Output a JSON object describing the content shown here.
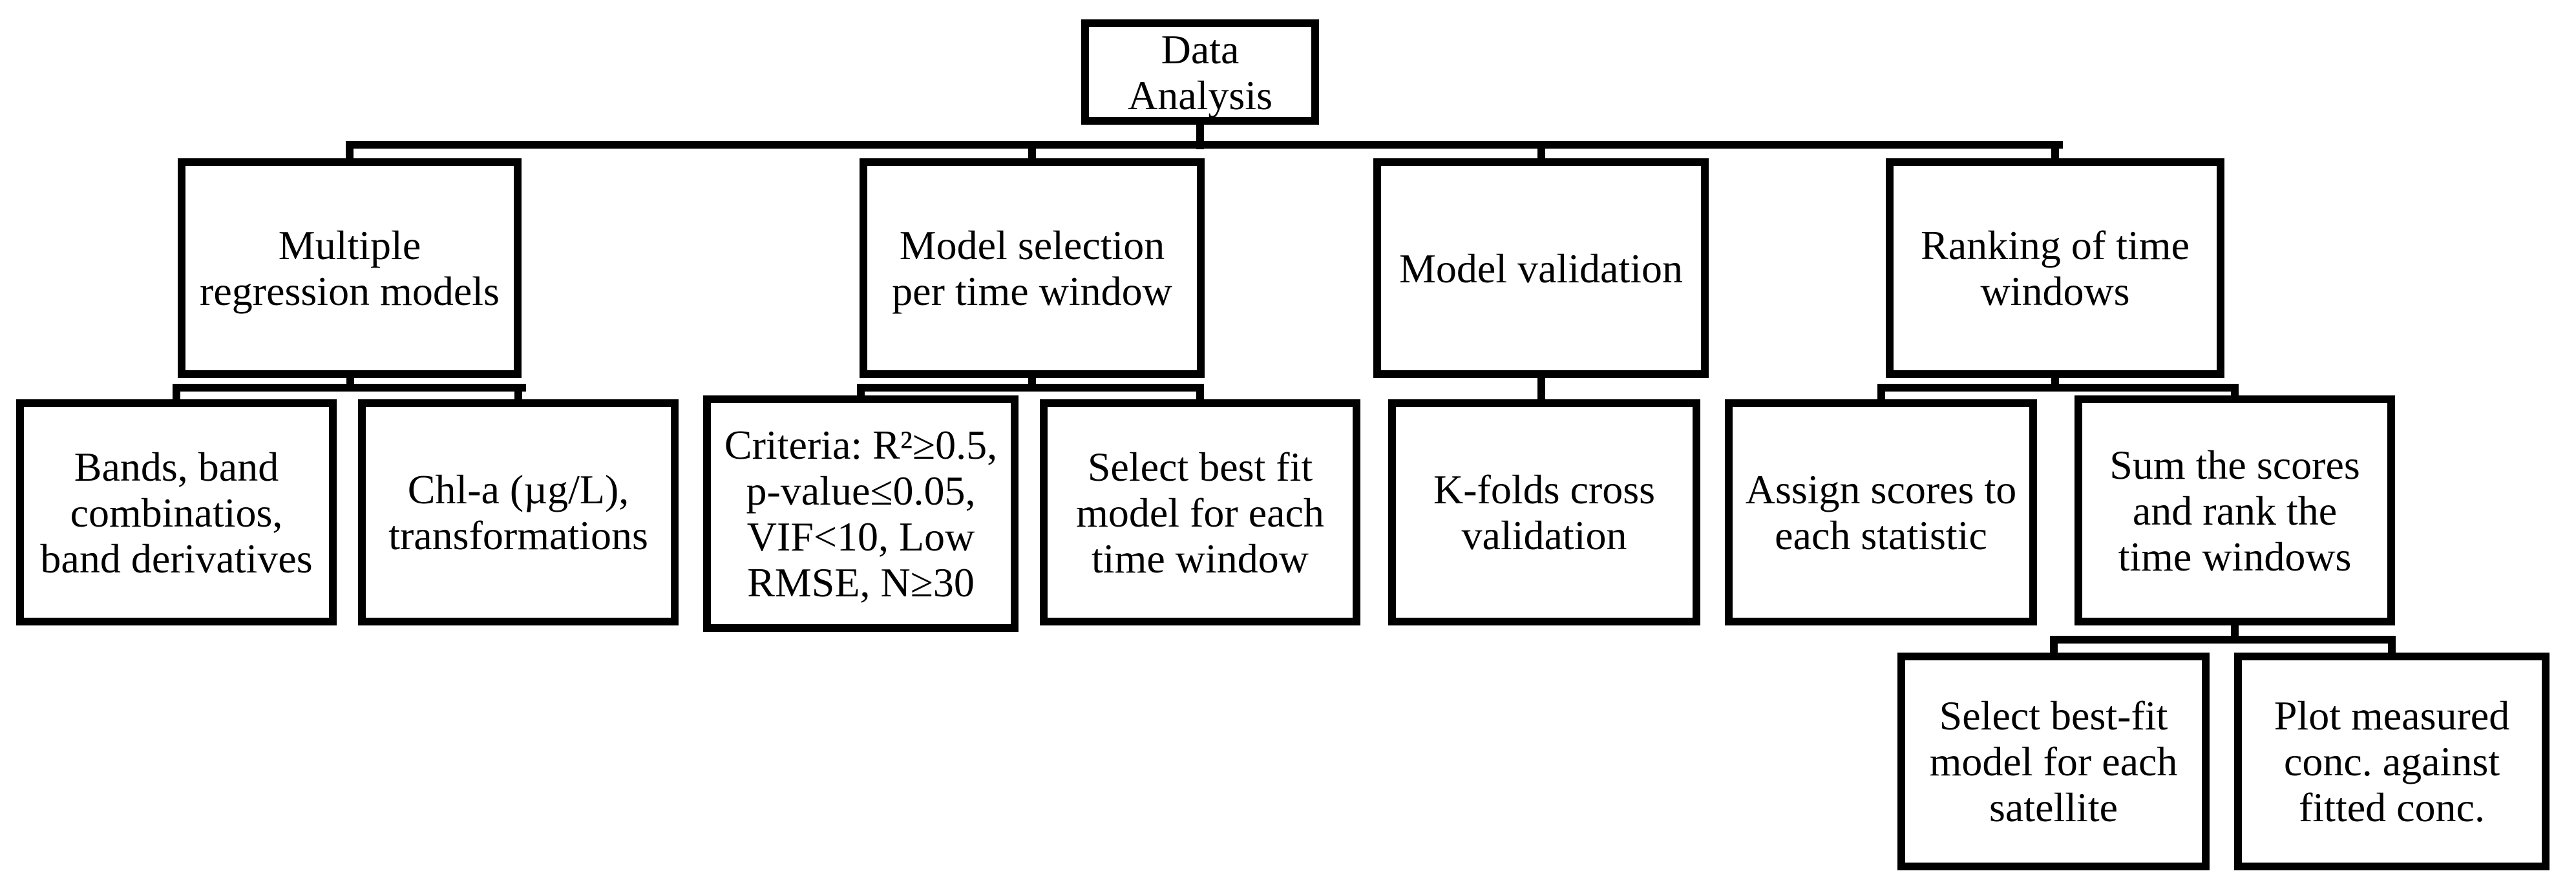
{
  "colors": {
    "background": "#ffffff",
    "box_fill": "#ffffff",
    "box_border": "#000000",
    "connector_line": "#000000",
    "text": "#000000"
  },
  "nodes": {
    "da": {
      "label": "Data\nAnalysis"
    },
    "mr": {
      "label": "Multiple\nregression models"
    },
    "ms": {
      "label": "Model selection\nper time window"
    },
    "mv": {
      "label": "Model validation"
    },
    "rk": {
      "label": "Ranking of time\nwindows"
    },
    "bands": {
      "label": "Bands, band\ncombinatios,\nband derivatives"
    },
    "chla": {
      "label": "Chl-a (µg/L),\ntransformations"
    },
    "crit": {
      "label": "Criteria: R²≥0.5,\np-value≤0.05,\nVIF<10, Low\nRMSE, N≥30"
    },
    "sbfw": {
      "label": "Select best fit\nmodel for each\ntime window"
    },
    "kf": {
      "label": "K-folds cross\nvalidation"
    },
    "as": {
      "label": "Assign scores to\neach statistic"
    },
    "sum": {
      "label": "Sum the scores\nand rank the\ntime windows"
    },
    "sbfs": {
      "label": "Select best-fit\nmodel for each\nsatellite"
    },
    "pm": {
      "label": "Plot measured\nconc. against\nfitted conc."
    }
  },
  "hierarchy": [
    {
      "parent": "Data Analysis",
      "children": [
        "Multiple regression models",
        "Model selection per time window",
        "Model validation",
        "Ranking of time windows"
      ]
    },
    {
      "parent": "Multiple regression models",
      "children": [
        "Bands, band combinatios, band derivatives",
        "Chl-a (µg/L), transformations"
      ]
    },
    {
      "parent": "Model selection per time window",
      "children": [
        "Criteria: R²≥0.5, p-value≤0.05, VIF<10, Low RMSE, N≥30",
        "Select best fit model for each time window"
      ]
    },
    {
      "parent": "Model validation",
      "children": [
        "K-folds cross validation"
      ]
    },
    {
      "parent": "Ranking of time windows",
      "children": [
        "Assign scores to each statistic",
        "Sum the scores and rank the time windows"
      ]
    },
    {
      "parent": "Sum the scores and rank the time windows",
      "children": [
        "Select best-fit model for each satellite",
        "Plot measured conc. against fitted conc."
      ]
    }
  ]
}
